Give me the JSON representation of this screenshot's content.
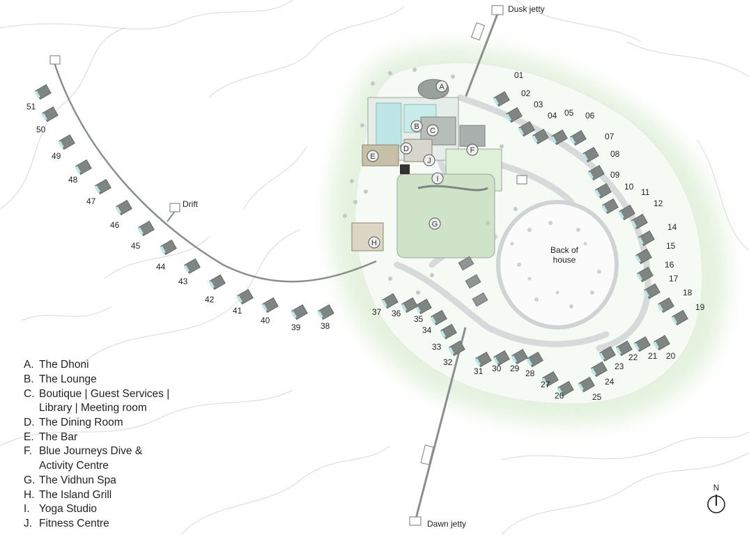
{
  "places": {
    "dusk_jetty": "Dusk jetty",
    "dawn_jetty": "Dawn jetty",
    "drift": "Drift",
    "back_of_house": "Back of house"
  },
  "north_label": "N",
  "facility_markers": [
    "A",
    "B",
    "C",
    "D",
    "E",
    "F",
    "G",
    "H",
    "I",
    "J"
  ],
  "legend": [
    {
      "key": "A.",
      "text": "The Dhoni"
    },
    {
      "key": "B.",
      "text": "The Lounge"
    },
    {
      "key": "C.",
      "text": "Boutique | Guest Services |"
    },
    {
      "key": "",
      "text": "Library | Meeting room"
    },
    {
      "key": "D.",
      "text": "The Dining Room"
    },
    {
      "key": "E.",
      "text": "The Bar"
    },
    {
      "key": "F.",
      "text": "Blue Journeys Dive &"
    },
    {
      "key": "",
      "text": "Activity Centre"
    },
    {
      "key": "G.",
      "text": "The Vidhun Spa"
    },
    {
      "key": "H.",
      "text": "The Island Grill"
    },
    {
      "key": "I.",
      "text": "Yoga Studio"
    },
    {
      "key": "J.",
      "text": "Fitness Centre"
    }
  ],
  "villas": [
    "01",
    "02",
    "03",
    "04",
    "05",
    "06",
    "07",
    "08",
    "09",
    "10",
    "11",
    "12",
    "14",
    "15",
    "16",
    "17",
    "18",
    "19",
    "20",
    "21",
    "22",
    "23",
    "24",
    "25",
    "26",
    "27",
    "28",
    "29",
    "30",
    "31",
    "32",
    "33",
    "34",
    "35",
    "36",
    "37",
    "38",
    "39",
    "40",
    "41",
    "42",
    "43",
    "44",
    "45",
    "46",
    "47",
    "48",
    "49",
    "50",
    "51"
  ],
  "colors": {
    "island_glow": "#dff0da",
    "path": "#d9dcdc",
    "villa": "#7e8582",
    "pool": "#bfe6e6",
    "spa": "#cfe3c8",
    "contour": "#d6d6d6"
  }
}
